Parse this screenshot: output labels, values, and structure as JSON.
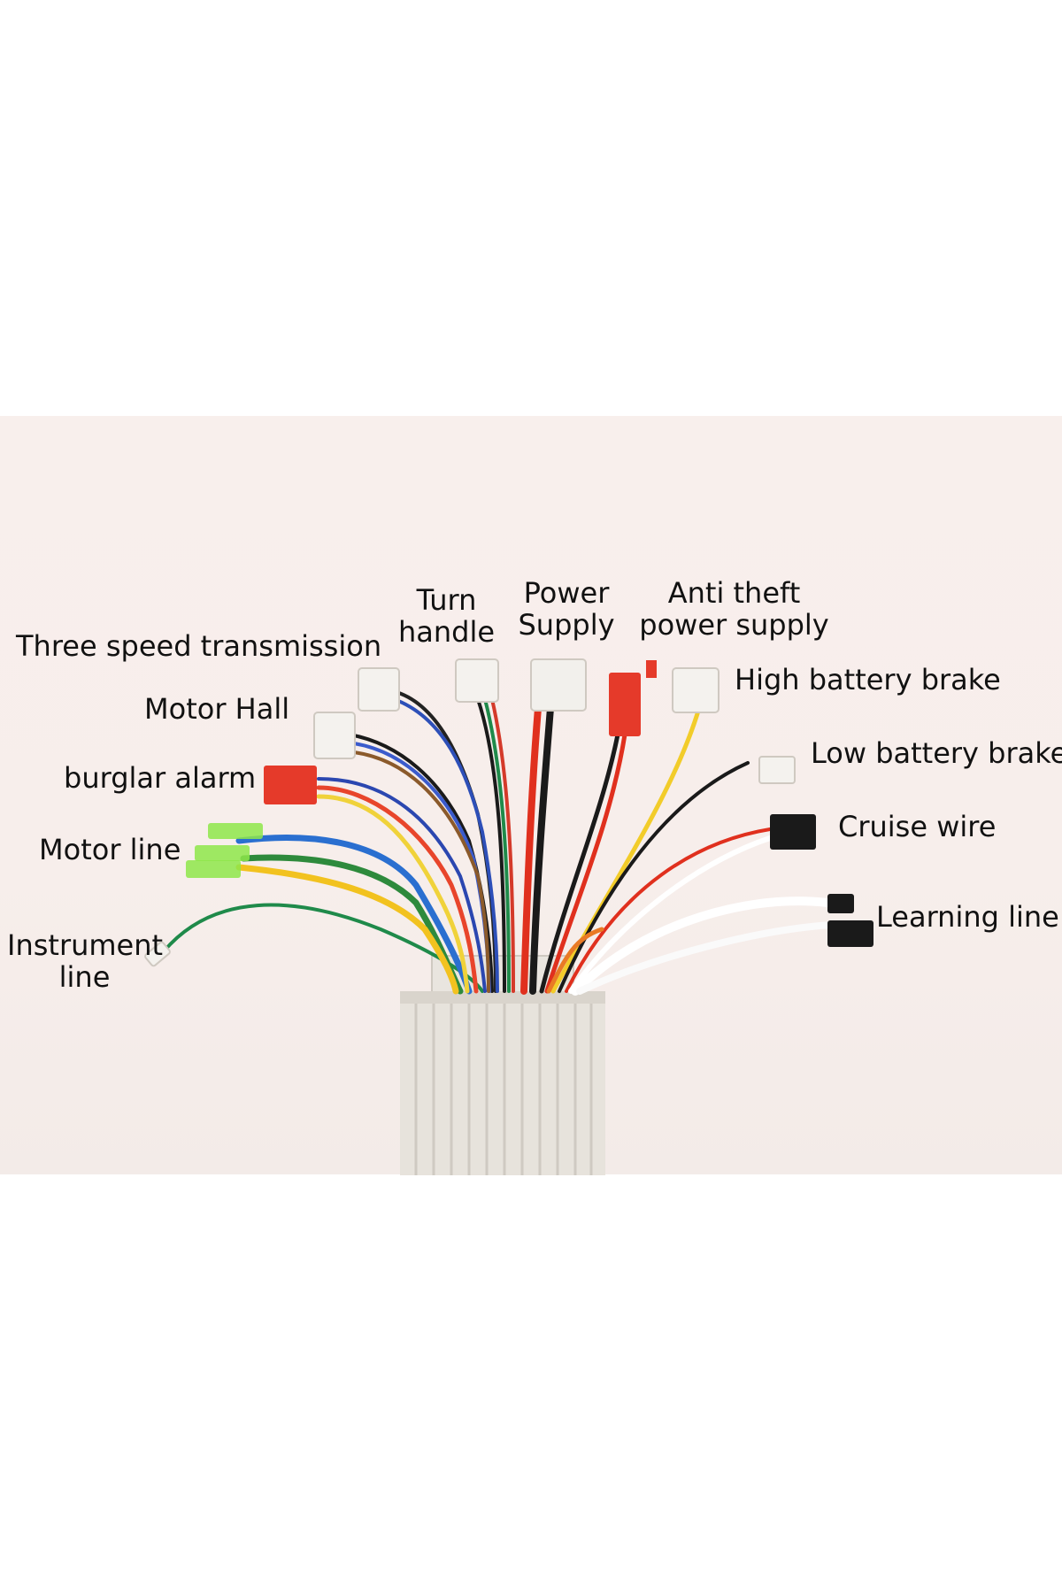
{
  "labels": {
    "three_speed": "Three speed transmission",
    "motor_hall": "Motor Hall",
    "burglar_alarm": "burglar alarm",
    "motor_line": "Motor line",
    "instrument_line": [
      "Instrument",
      "line"
    ],
    "turn_handle": [
      "Turn",
      "handle"
    ],
    "power_supply": [
      "Power",
      "Supply"
    ],
    "anti_theft": [
      "Anti theft",
      "power supply"
    ],
    "high_brake": "High battery brake",
    "low_brake": "Low battery brake",
    "cruise_wire": "Cruise wire",
    "learning_line": "Learning line"
  },
  "colors": {
    "background": "#f7eeeb",
    "housing": "#e6e2dc",
    "red_connector": "#e53a2a",
    "green_terminal": "#8ee64a"
  }
}
